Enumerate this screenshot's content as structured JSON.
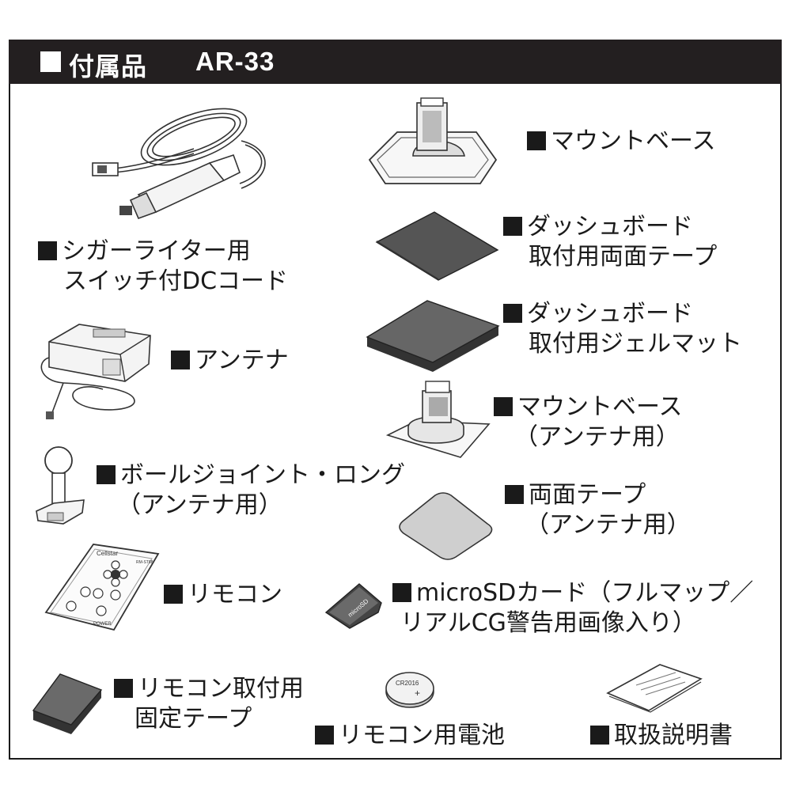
{
  "header": {
    "title": "付属品",
    "model": "AR-33"
  },
  "items": {
    "cigar_cord": {
      "line1": "シガーライター用",
      "line2": "スイッチ付DCコード"
    },
    "mount_base": {
      "line1": "マウントベース"
    },
    "dash_tape": {
      "line1": "ダッシュボード",
      "line2": "取付用両面テープ"
    },
    "gel_mat": {
      "line1": "ダッシュボード",
      "line2": "取付用ジェルマット"
    },
    "antenna": {
      "line1": "アンテナ"
    },
    "antenna_mount": {
      "line1": "マウントベース",
      "line2": "（アンテナ用）"
    },
    "ball_joint": {
      "line1": "ボールジョイント・ロング",
      "line2": "（アンテナ用）"
    },
    "antenna_tape": {
      "line1": "両面テープ",
      "line2": "（アンテナ用）"
    },
    "remote": {
      "line1": "リモコン"
    },
    "sdcard": {
      "line1": "microSDカード（フルマップ／",
      "line2": "リアルCG警告用画像入り）"
    },
    "remote_tape": {
      "line1": "リモコン取付用",
      "line2": "固定テープ"
    },
    "battery": {
      "line1": "リモコン用電池"
    },
    "manual": {
      "line1": "取扱説明書"
    }
  },
  "art": {
    "remote_brand": "Cellstar",
    "remote_model": "RM-ST88",
    "remote_power": "POWER",
    "battery_text": "CR2016",
    "sd_text": "microSD"
  }
}
